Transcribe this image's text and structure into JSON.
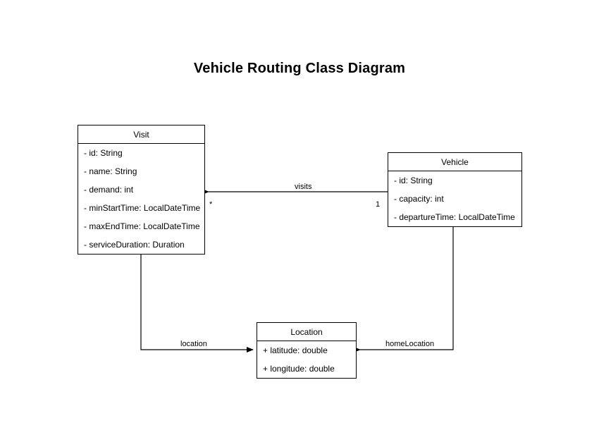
{
  "diagram": {
    "title": "Vehicle Routing Class Diagram",
    "type": "uml-class-diagram",
    "background_color": "#ffffff",
    "line_color": "#000000",
    "text_color": "#000000"
  },
  "classes": [
    {
      "id": "visit",
      "name": "Visit",
      "attributes": [
        "- id: String",
        "- name: String",
        "- demand: int",
        "- minStartTime: LocalDateTime",
        "- maxEndTime: LocalDateTime",
        "- serviceDuration: Duration"
      ]
    },
    {
      "id": "vehicle",
      "name": "Vehicle",
      "attributes": [
        "- id: String",
        "- capacity: int",
        "- departureTime: LocalDateTime"
      ]
    },
    {
      "id": "location",
      "name": "Location",
      "attributes": [
        "+ latitude: double",
        "+ longitude: double"
      ]
    }
  ],
  "relationships": [
    {
      "id": "visits",
      "label": "visits",
      "source": "Vehicle",
      "target": "Visit",
      "source_multiplicity": "1",
      "target_multiplicity": "*"
    },
    {
      "id": "location",
      "label": "location",
      "source": "Visit",
      "target": "Location",
      "source_multiplicity": "",
      "target_multiplicity": ""
    },
    {
      "id": "homeLocation",
      "label": "homeLocation",
      "source": "Vehicle",
      "target": "Location",
      "source_multiplicity": "",
      "target_multiplicity": ""
    }
  ]
}
